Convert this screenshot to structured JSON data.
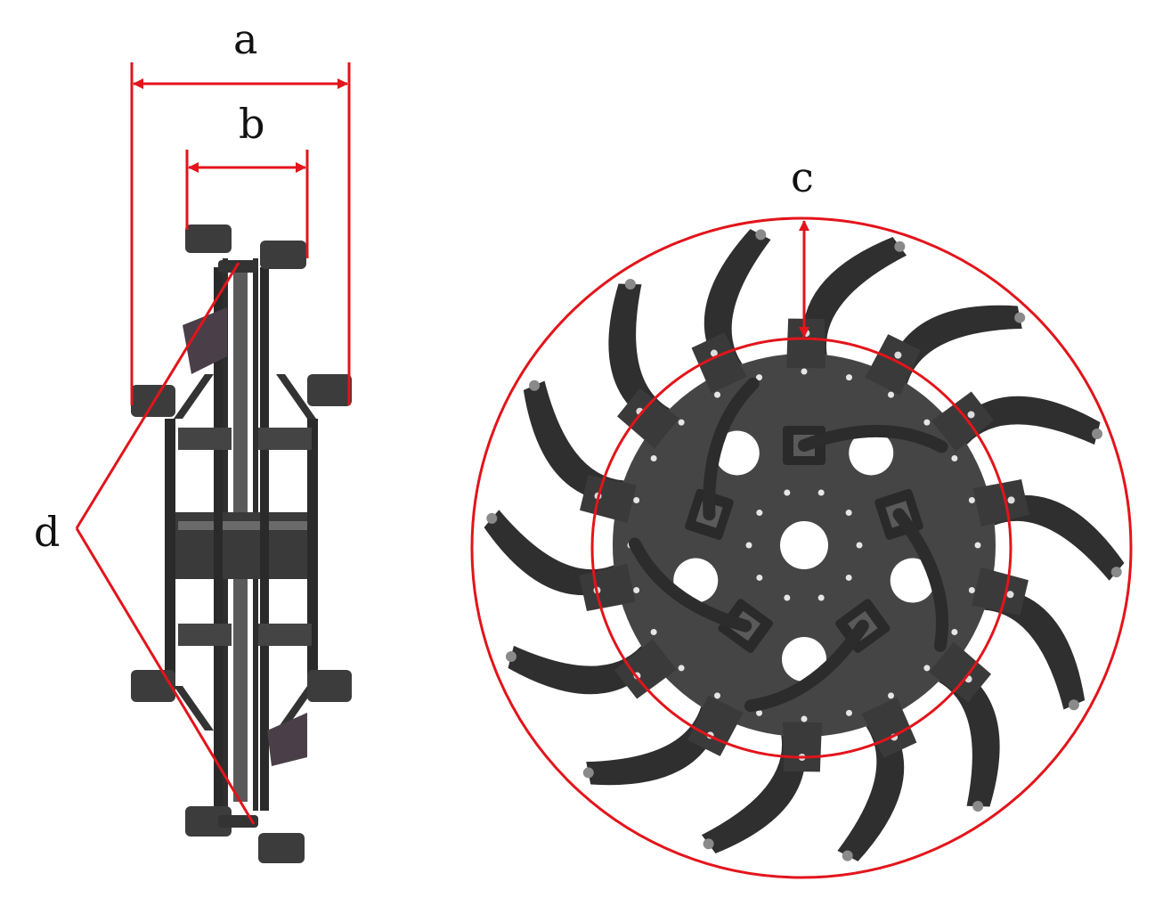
{
  "labels": {
    "a": "a",
    "b": "b",
    "c": "c",
    "d": "d"
  },
  "colors": {
    "annotation": "#e3141b",
    "part_dark": "#3a3a3a",
    "part_light": "#8a8a8a",
    "background": "#ffffff"
  },
  "rotor": {
    "blade_count": 14,
    "hole_count_large": 5,
    "mount_count": 5
  }
}
